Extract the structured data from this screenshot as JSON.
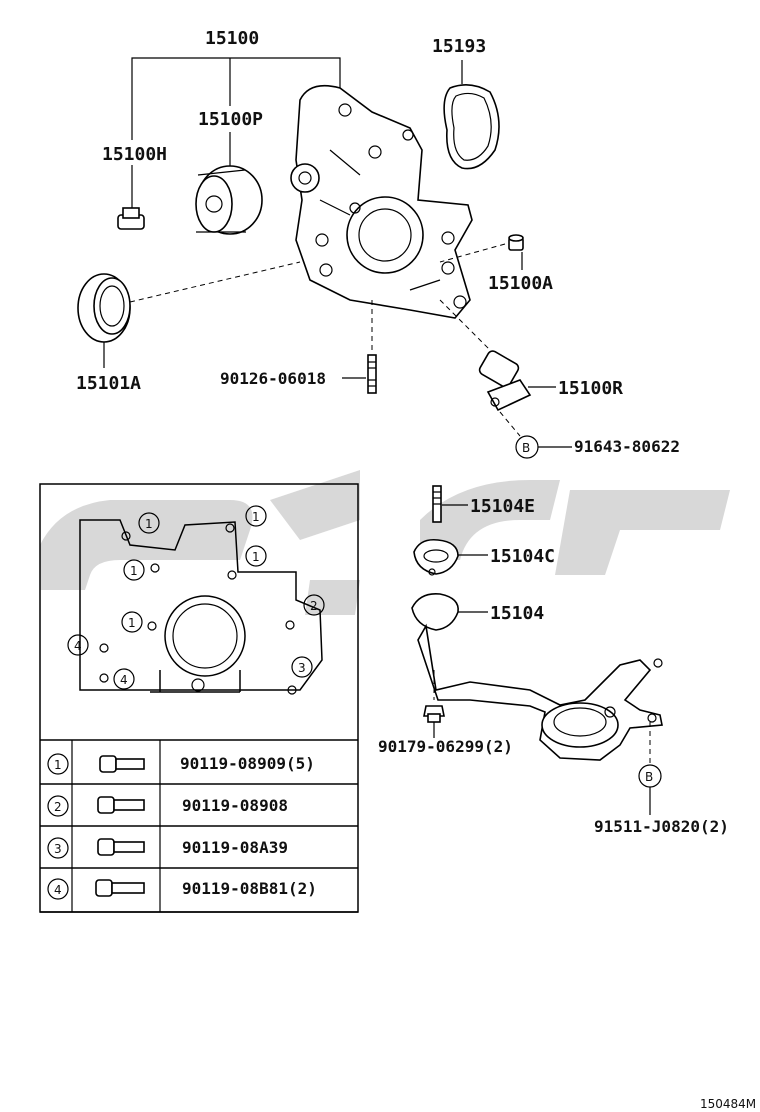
{
  "labels": {
    "p15100": "15100",
    "p15100p": "15100P",
    "p15100h": "15100H",
    "p15193": "15193",
    "p15100a": "15100A",
    "p15101a": "15101A",
    "p90126": "90126-06018",
    "p15100r": "15100R",
    "p91643": "91643-80622",
    "p15104e": "15104E",
    "p15104c": "15104C",
    "p15104": "15104",
    "p90179": "90179-06299(2)",
    "p91511": "91511-J0820(2)",
    "ref_b": "B",
    "figure_code": "150484M"
  },
  "inset": {
    "callouts": [
      "1",
      "1",
      "1",
      "1",
      "1",
      "2",
      "3",
      "4",
      "4"
    ]
  },
  "bolt_table": [
    {
      "num": "1",
      "part": "90119-08909(5)"
    },
    {
      "num": "2",
      "part": "90119-08908"
    },
    {
      "num": "3",
      "part": "90119-08A39"
    },
    {
      "num": "4",
      "part": "90119-08B81(2)"
    }
  ],
  "watermark": {
    "color": "#b8b8b8"
  }
}
